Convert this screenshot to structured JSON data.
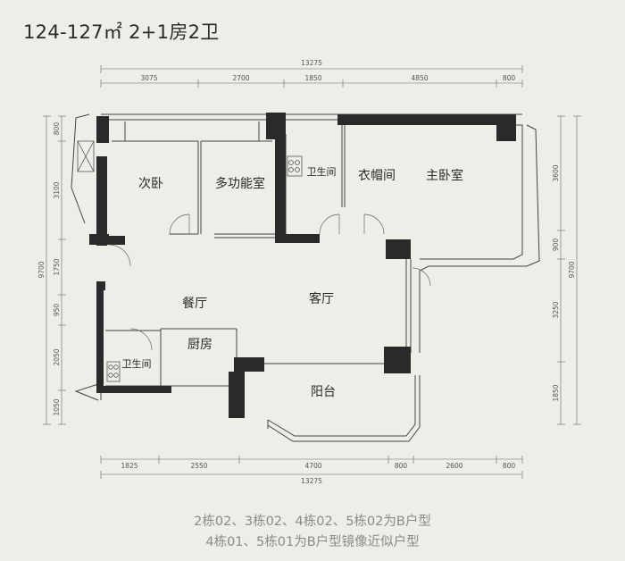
{
  "title": "124-127㎡ 2+1房2卫",
  "dimensions": {
    "top_total": "13275",
    "top": [
      "3075",
      "2700",
      "1850",
      "4850",
      "800"
    ],
    "bottom_total": "13275",
    "bottom": [
      "1825",
      "2550",
      "4700",
      "800",
      "2600",
      "800"
    ],
    "left_total": "9700",
    "left": [
      "800",
      "3100",
      "1750",
      "950",
      "2050",
      "1050"
    ],
    "right_total": "9700",
    "right": [
      "3600",
      "900",
      "3250",
      "1850"
    ]
  },
  "rooms": {
    "secondary_bedroom": "次卧",
    "multi_function_room": "多功能室",
    "bathroom_top": "卫生间",
    "cloakroom": "衣帽间",
    "master_bedroom": "主卧室",
    "dining_room": "餐厅",
    "living_room": "客厅",
    "kitchen": "厨房",
    "bathroom_bottom": "卫生间",
    "balcony": "阳台"
  },
  "notes": [
    "2栋02、3栋02、4栋02、5栋02为B户型",
    "4栋01、5栋01为B户型镜像近似户型"
  ],
  "colors": {
    "background": "#efede8",
    "wall": "#2a2a2a",
    "line": "#555555",
    "note_text": "#8a8a8a"
  }
}
